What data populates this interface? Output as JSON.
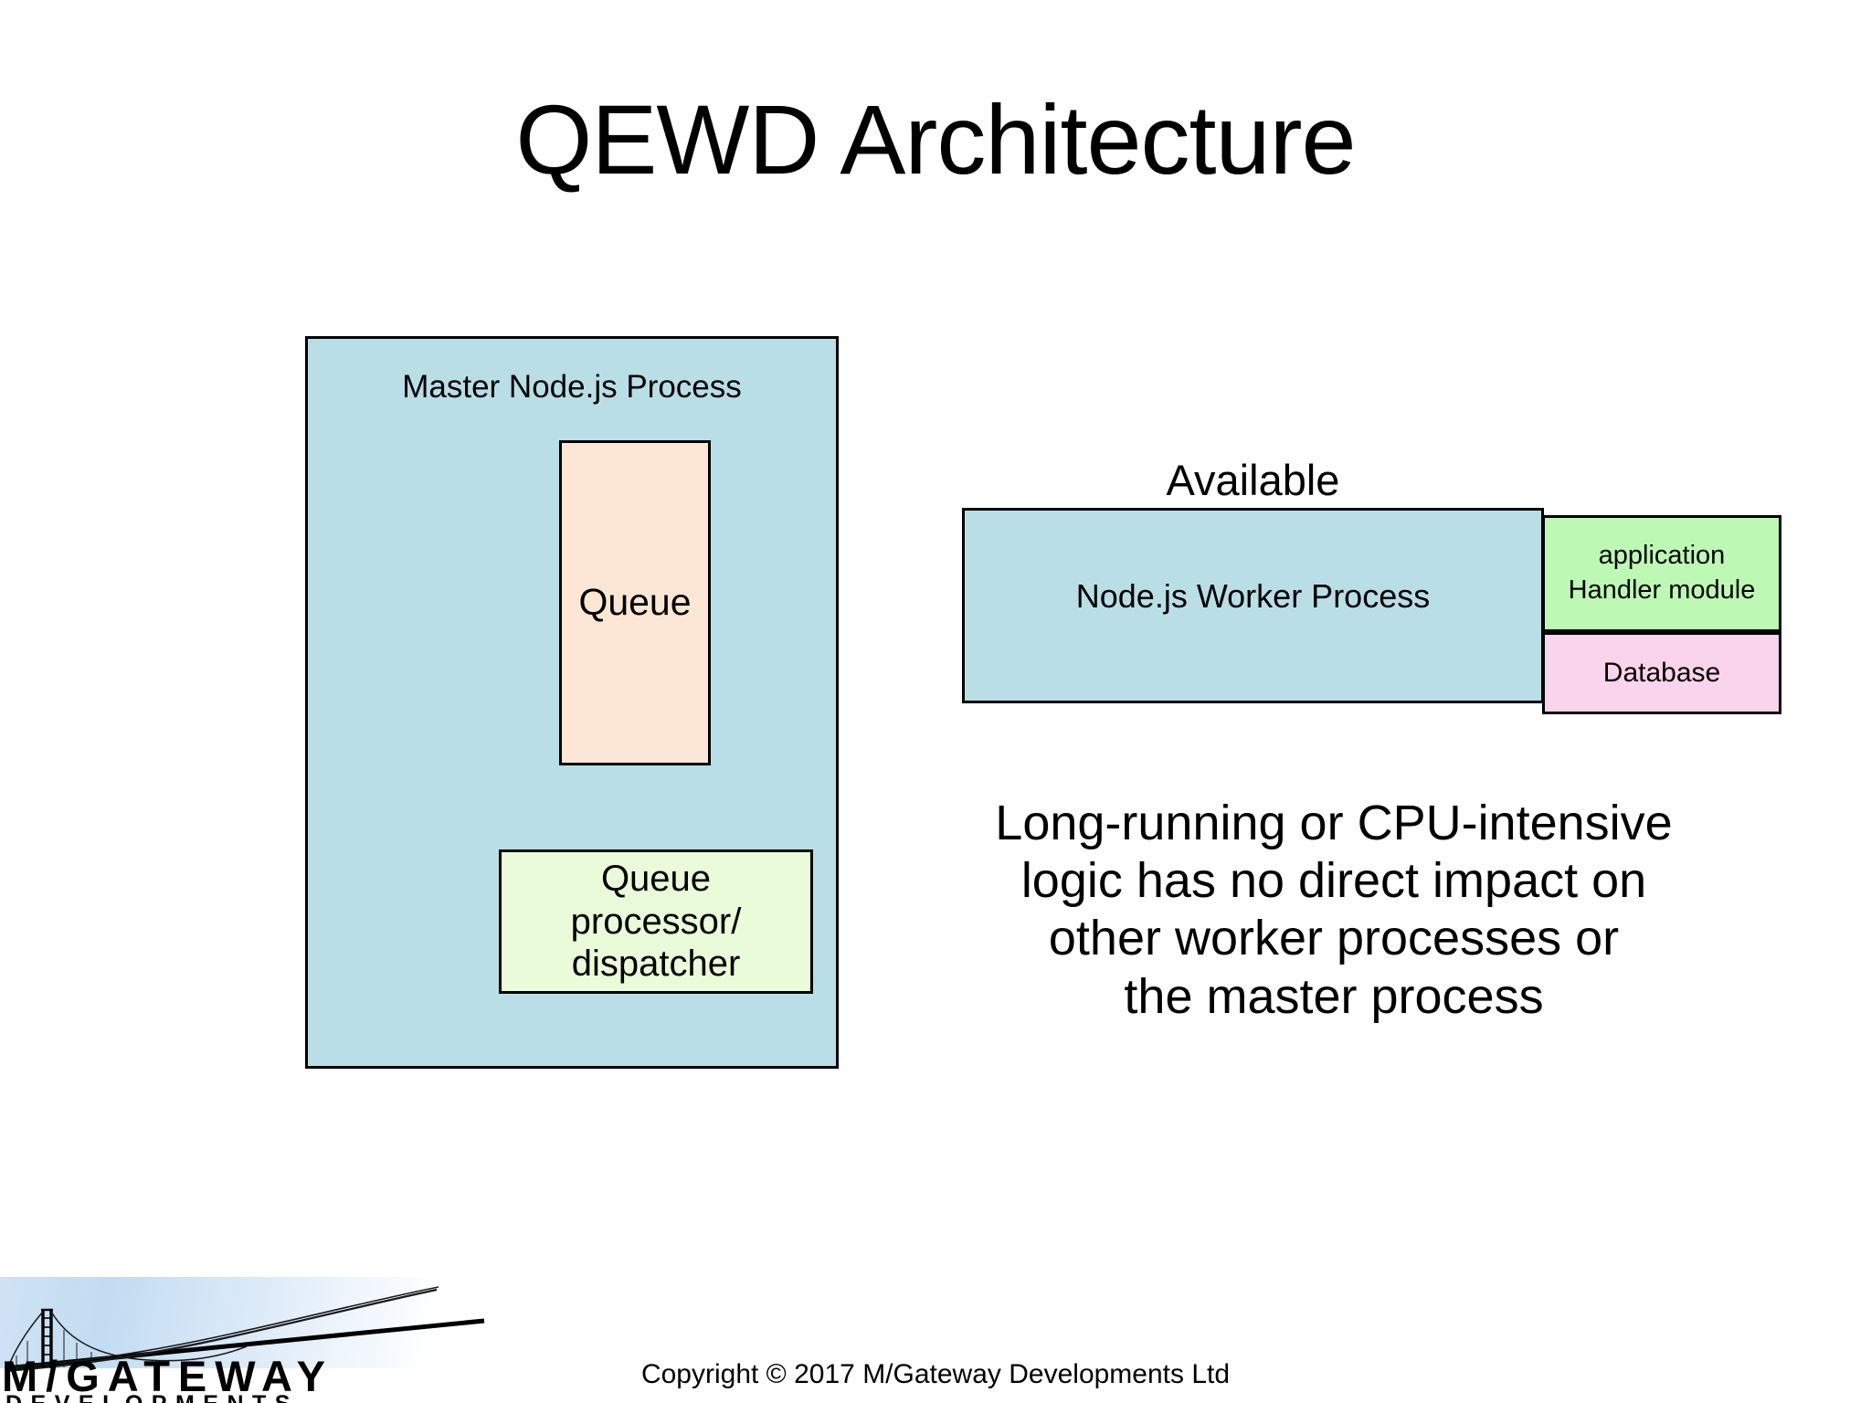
{
  "slide": {
    "title": "QEWD Architecture",
    "background_color": "#ffffff"
  },
  "diagram": {
    "master_process": {
      "label": "Master Node.js Process",
      "fill_color": "#b9dee6",
      "children": {
        "queue": {
          "label": "Queue",
          "fill_color": "#fce7d6"
        },
        "dispatcher": {
          "label": "Queue\nprocessor/\ndispatcher",
          "fill_color": "#e9fbd9"
        }
      }
    },
    "worker": {
      "status_caption": "Available",
      "label": "Node.js Worker Process",
      "fill_color": "#b9dee6",
      "handler": {
        "label": "application\nHandler module",
        "fill_color": "#bdf9b5"
      },
      "database": {
        "label": "Database",
        "fill_color": "#fad3ec"
      }
    }
  },
  "body": {
    "paragraph": "Long-running or CPU-intensive\nlogic has no direct impact on\nother worker processes or\nthe master process"
  },
  "footer": {
    "copyright": "Copyright © 2017 M/Gateway Developments Ltd",
    "logo": {
      "wordmark": "M/GATEWAY",
      "subword": "DEVELOPMENTS"
    }
  }
}
